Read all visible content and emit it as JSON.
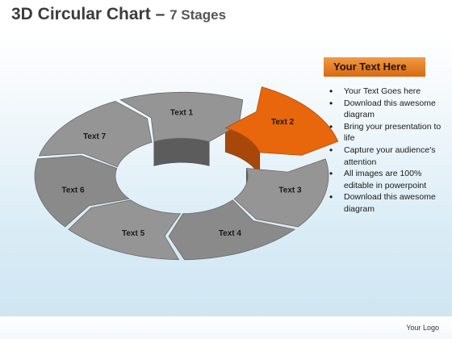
{
  "title": {
    "main": "3D Circular Chart",
    "dash": "–",
    "sub": "7 Stages"
  },
  "diagram": {
    "segments": [
      {
        "label": "Text 1",
        "highlighted": false
      },
      {
        "label": "Text 2",
        "highlighted": true
      },
      {
        "label": "Text 3",
        "highlighted": false
      },
      {
        "label": "Text 4",
        "highlighted": false
      },
      {
        "label": "Text 5",
        "highlighted": false
      },
      {
        "label": "Text 6",
        "highlighted": false
      },
      {
        "label": "Text 7",
        "highlighted": false
      }
    ],
    "colors": {
      "segment": "#8e8e8e",
      "highlight": "#e8660c"
    }
  },
  "sidebar": {
    "header": "Your Text Here",
    "items": [
      "Your Text Goes here",
      "Download this awesome diagram",
      "Bring your presentation to life",
      "Capture your audience's attention",
      "All images are 100% editable in powerpoint",
      "Download this awesome diagram"
    ]
  },
  "footer": {
    "logo": "Your Logo"
  }
}
